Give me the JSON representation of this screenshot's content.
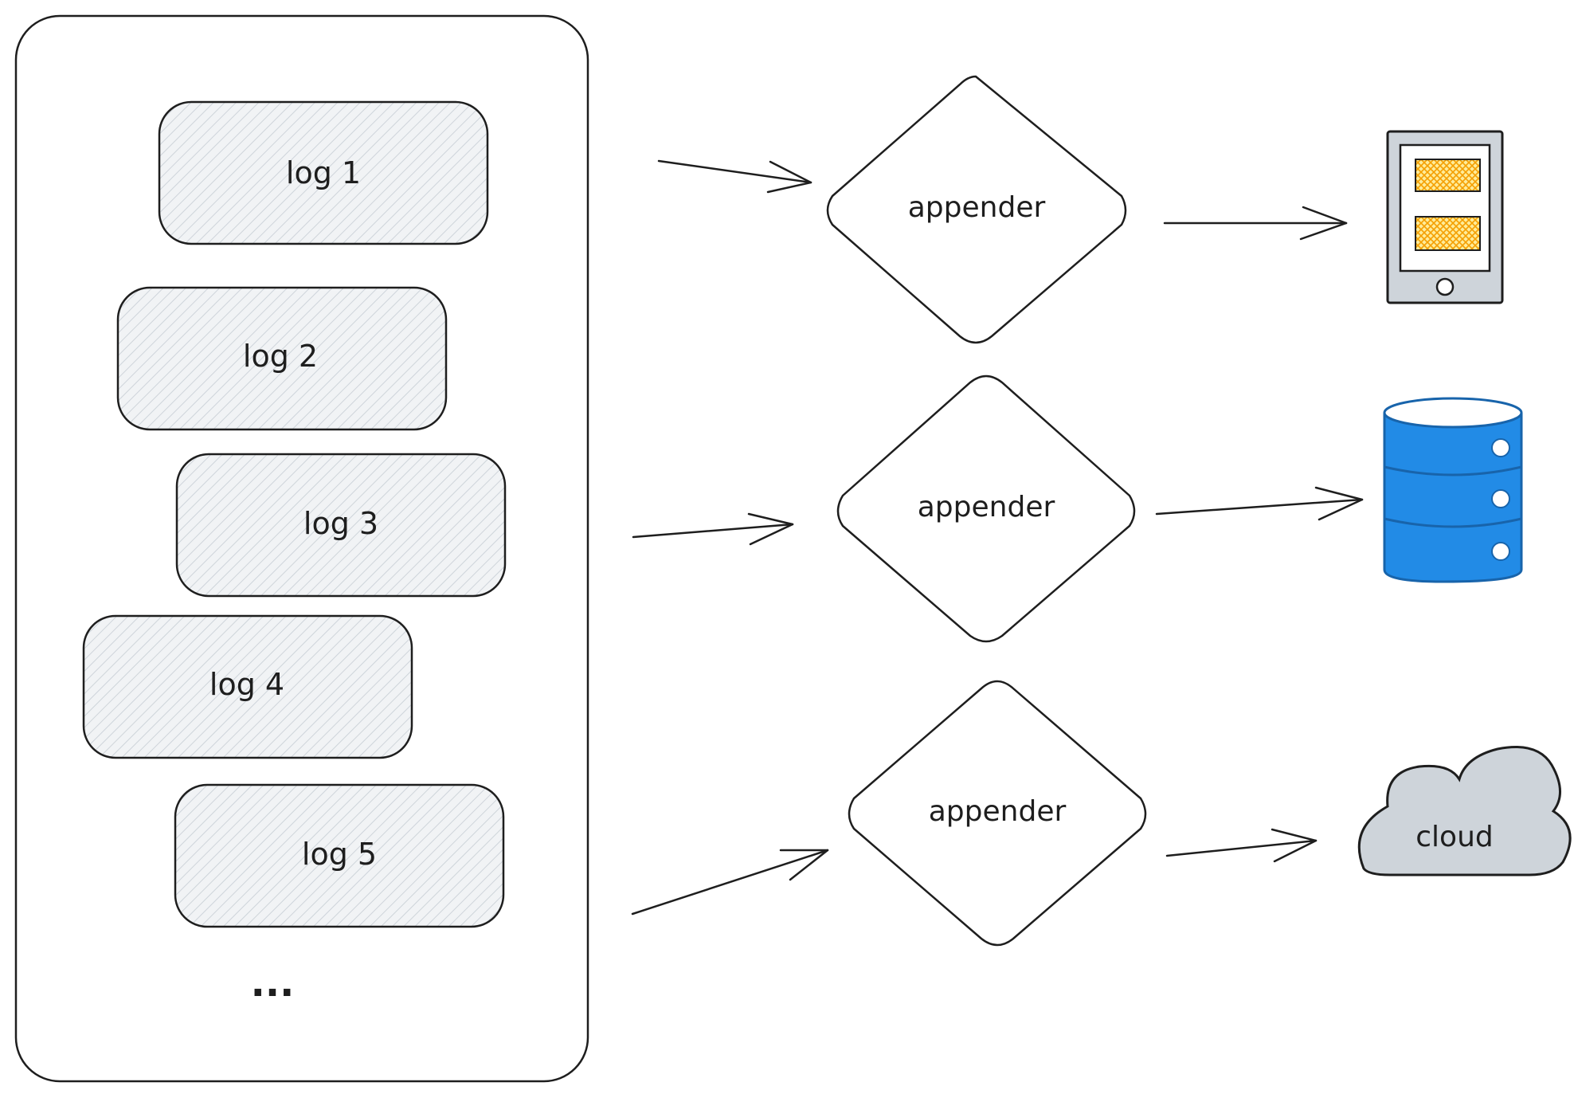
{
  "logs": [
    "log 1",
    "log 2",
    "log 3",
    "log 4",
    "log 5"
  ],
  "ellipsis": "...",
  "appenders": [
    "appender",
    "appender",
    "appender"
  ],
  "destinations": {
    "device_icon": "tablet-icon",
    "database_icon": "database-icon",
    "cloud_icon": "cloud-icon",
    "cloud_label": "cloud"
  },
  "colors": {
    "stroke": "#1e1e1e",
    "log_fill": "#e9ecef",
    "tablet_body": "#ced4da",
    "tablet_panel": "#f59f00",
    "database": "#228be6",
    "cloud": "#ced4da"
  }
}
